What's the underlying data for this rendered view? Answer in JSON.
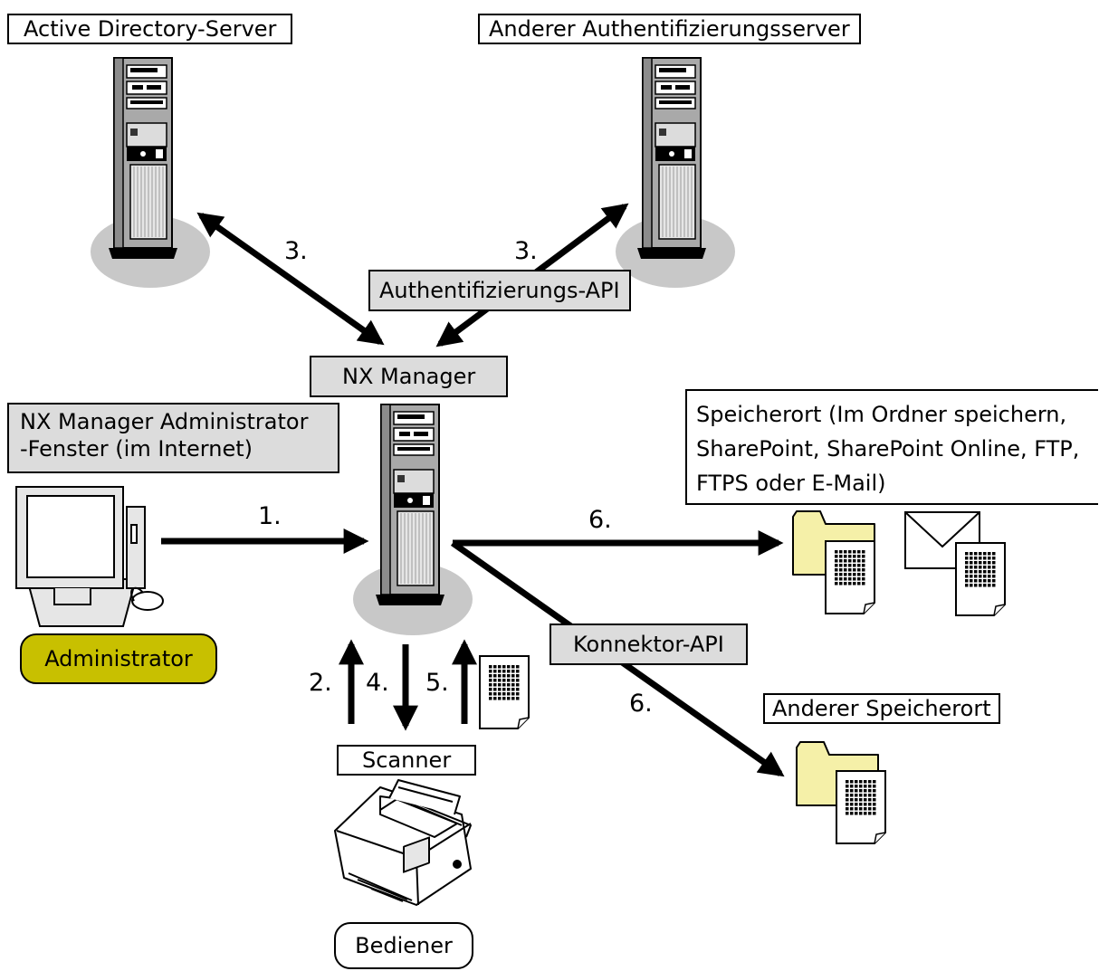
{
  "labels": {
    "active_directory_server": "Active Directory-Server",
    "other_auth_server": "Anderer Authentifizierungsserver",
    "auth_api": "Authentifizierungs-API",
    "nx_manager": "NX Manager",
    "admin_window_line1": "NX Manager Administrator",
    "admin_window_line2": "-Fenster (im Internet)",
    "storage_line1": "Speicherort (Im Ordner speichern,",
    "storage_line2": "SharePoint, SharePoint Online, FTP,",
    "storage_line3": "FTPS oder E-Mail)",
    "connector_api": "Konnektor-API",
    "other_storage": "Anderer Speicherort",
    "scanner": "Scanner",
    "administrator": "Administrator",
    "operator": "Bediener"
  },
  "steps": {
    "step1": "1.",
    "step2": "2.",
    "step3_left": "3.",
    "step3_right": "3.",
    "step4": "4.",
    "step5": "5.",
    "step6_top": "6.",
    "step6_bottom": "6."
  },
  "colors": {
    "label_grey": "#dcdcdc",
    "admin_badge": "#c8c000",
    "folder_yellow": "#f5f0a8",
    "shadow_grey": "#c8c8c8"
  }
}
